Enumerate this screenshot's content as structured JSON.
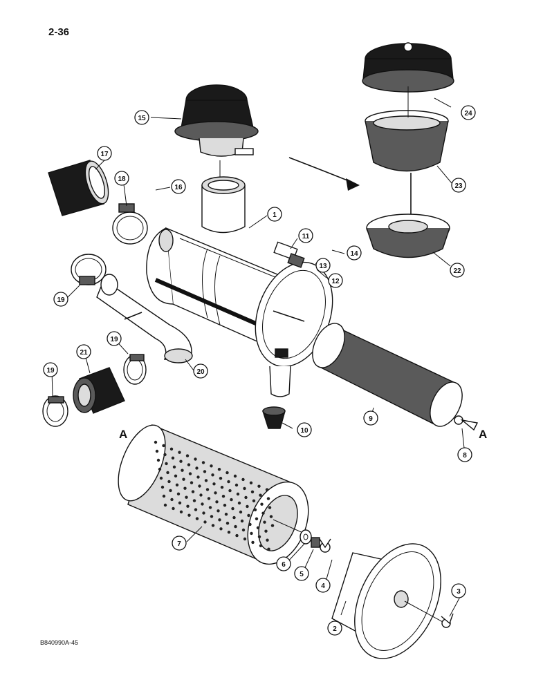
{
  "page": {
    "number": "2-36",
    "figure_code": "B840990A-45"
  },
  "reference_letters": [
    "A",
    "A"
  ],
  "callouts": [
    {
      "id": "c1",
      "label": "1"
    },
    {
      "id": "c2",
      "label": "2"
    },
    {
      "id": "c3",
      "label": "3"
    },
    {
      "id": "c4",
      "label": "4"
    },
    {
      "id": "c5",
      "label": "5"
    },
    {
      "id": "c6",
      "label": "6"
    },
    {
      "id": "c7",
      "label": "7"
    },
    {
      "id": "c8",
      "label": "8"
    },
    {
      "id": "c9",
      "label": "9"
    },
    {
      "id": "c10",
      "label": "10"
    },
    {
      "id": "c11",
      "label": "11"
    },
    {
      "id": "c12",
      "label": "12"
    },
    {
      "id": "c13",
      "label": "13"
    },
    {
      "id": "c14",
      "label": "14"
    },
    {
      "id": "c15",
      "label": "15"
    },
    {
      "id": "c16",
      "label": "16"
    },
    {
      "id": "c17",
      "label": "17"
    },
    {
      "id": "c18",
      "label": "18"
    },
    {
      "id": "c19a",
      "label": "19"
    },
    {
      "id": "c19b",
      "label": "19"
    },
    {
      "id": "c19c",
      "label": "19"
    },
    {
      "id": "c20",
      "label": "20"
    },
    {
      "id": "c21",
      "label": "21"
    },
    {
      "id": "c22",
      "label": "22"
    },
    {
      "id": "c23",
      "label": "23"
    },
    {
      "id": "c24",
      "label": "24"
    }
  ]
}
